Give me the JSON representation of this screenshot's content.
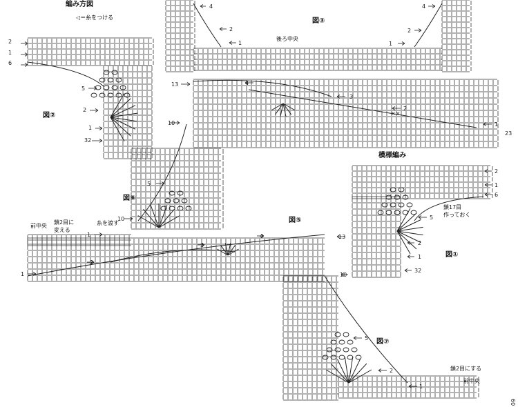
{
  "titles": {
    "direction": "編み方図",
    "pattern": "模様編み",
    "legend": "◁＝糸をつける"
  },
  "figures": [
    {
      "id": "fig1",
      "label": "図①"
    },
    {
      "id": "fig2",
      "label": "図②"
    },
    {
      "id": "fig3",
      "label": "図③"
    },
    {
      "id": "fig5",
      "label": "図⑤"
    },
    {
      "id": "fig6",
      "label": "図⑥"
    },
    {
      "id": "fig7",
      "label": "図⑦"
    }
  ],
  "notes": {
    "back_center": "後ろ中央",
    "front_center": "前中央",
    "front_center_2": "前中央",
    "change_ch2": [
      "鎖2目に",
      "変える"
    ],
    "ch2_make": "鎖2目にする",
    "ch17": [
      "鎖17目",
      "作っておく"
    ],
    "pass_yarn": "糸を渡す",
    "xx": "××"
  },
  "row_labels": {
    "fig1": [
      "2",
      "1",
      "6",
      "5",
      "2",
      "1",
      "32"
    ],
    "fig2": [
      "2",
      "1",
      "6",
      "5",
      "2",
      "1",
      "32"
    ],
    "fig3_left": [
      "4",
      "2",
      "1"
    ],
    "fig3_right": [
      "4",
      "2",
      "1"
    ],
    "fig4": [
      "13",
      "4",
      "3",
      "10",
      "2",
      "1",
      "23"
    ],
    "fig6": [
      "5",
      "10",
      "1"
    ],
    "fig5": [
      "13",
      "4",
      "3",
      "2",
      "1",
      "10"
    ],
    "fig7": [
      "5",
      "2",
      "1"
    ]
  },
  "page_number": "60"
}
